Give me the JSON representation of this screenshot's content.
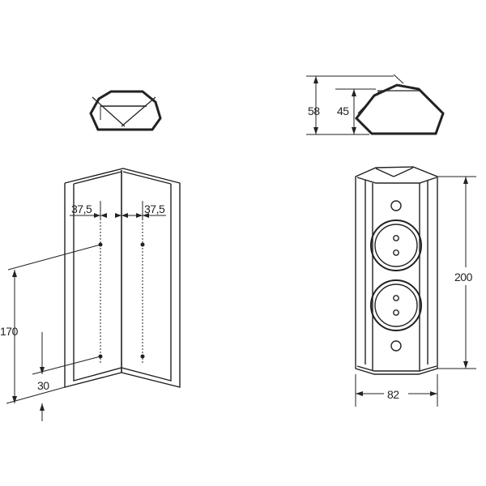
{
  "dimensions": {
    "spacing_left": "37,5",
    "spacing_right": "37,5",
    "hole_vertical": "170",
    "hole_bottom_offset": "30",
    "top_height_outer": "58",
    "top_height_inner": "45",
    "body_height": "200",
    "body_width": "82"
  },
  "colors": {
    "line": "#222222",
    "background": "#ffffff"
  }
}
